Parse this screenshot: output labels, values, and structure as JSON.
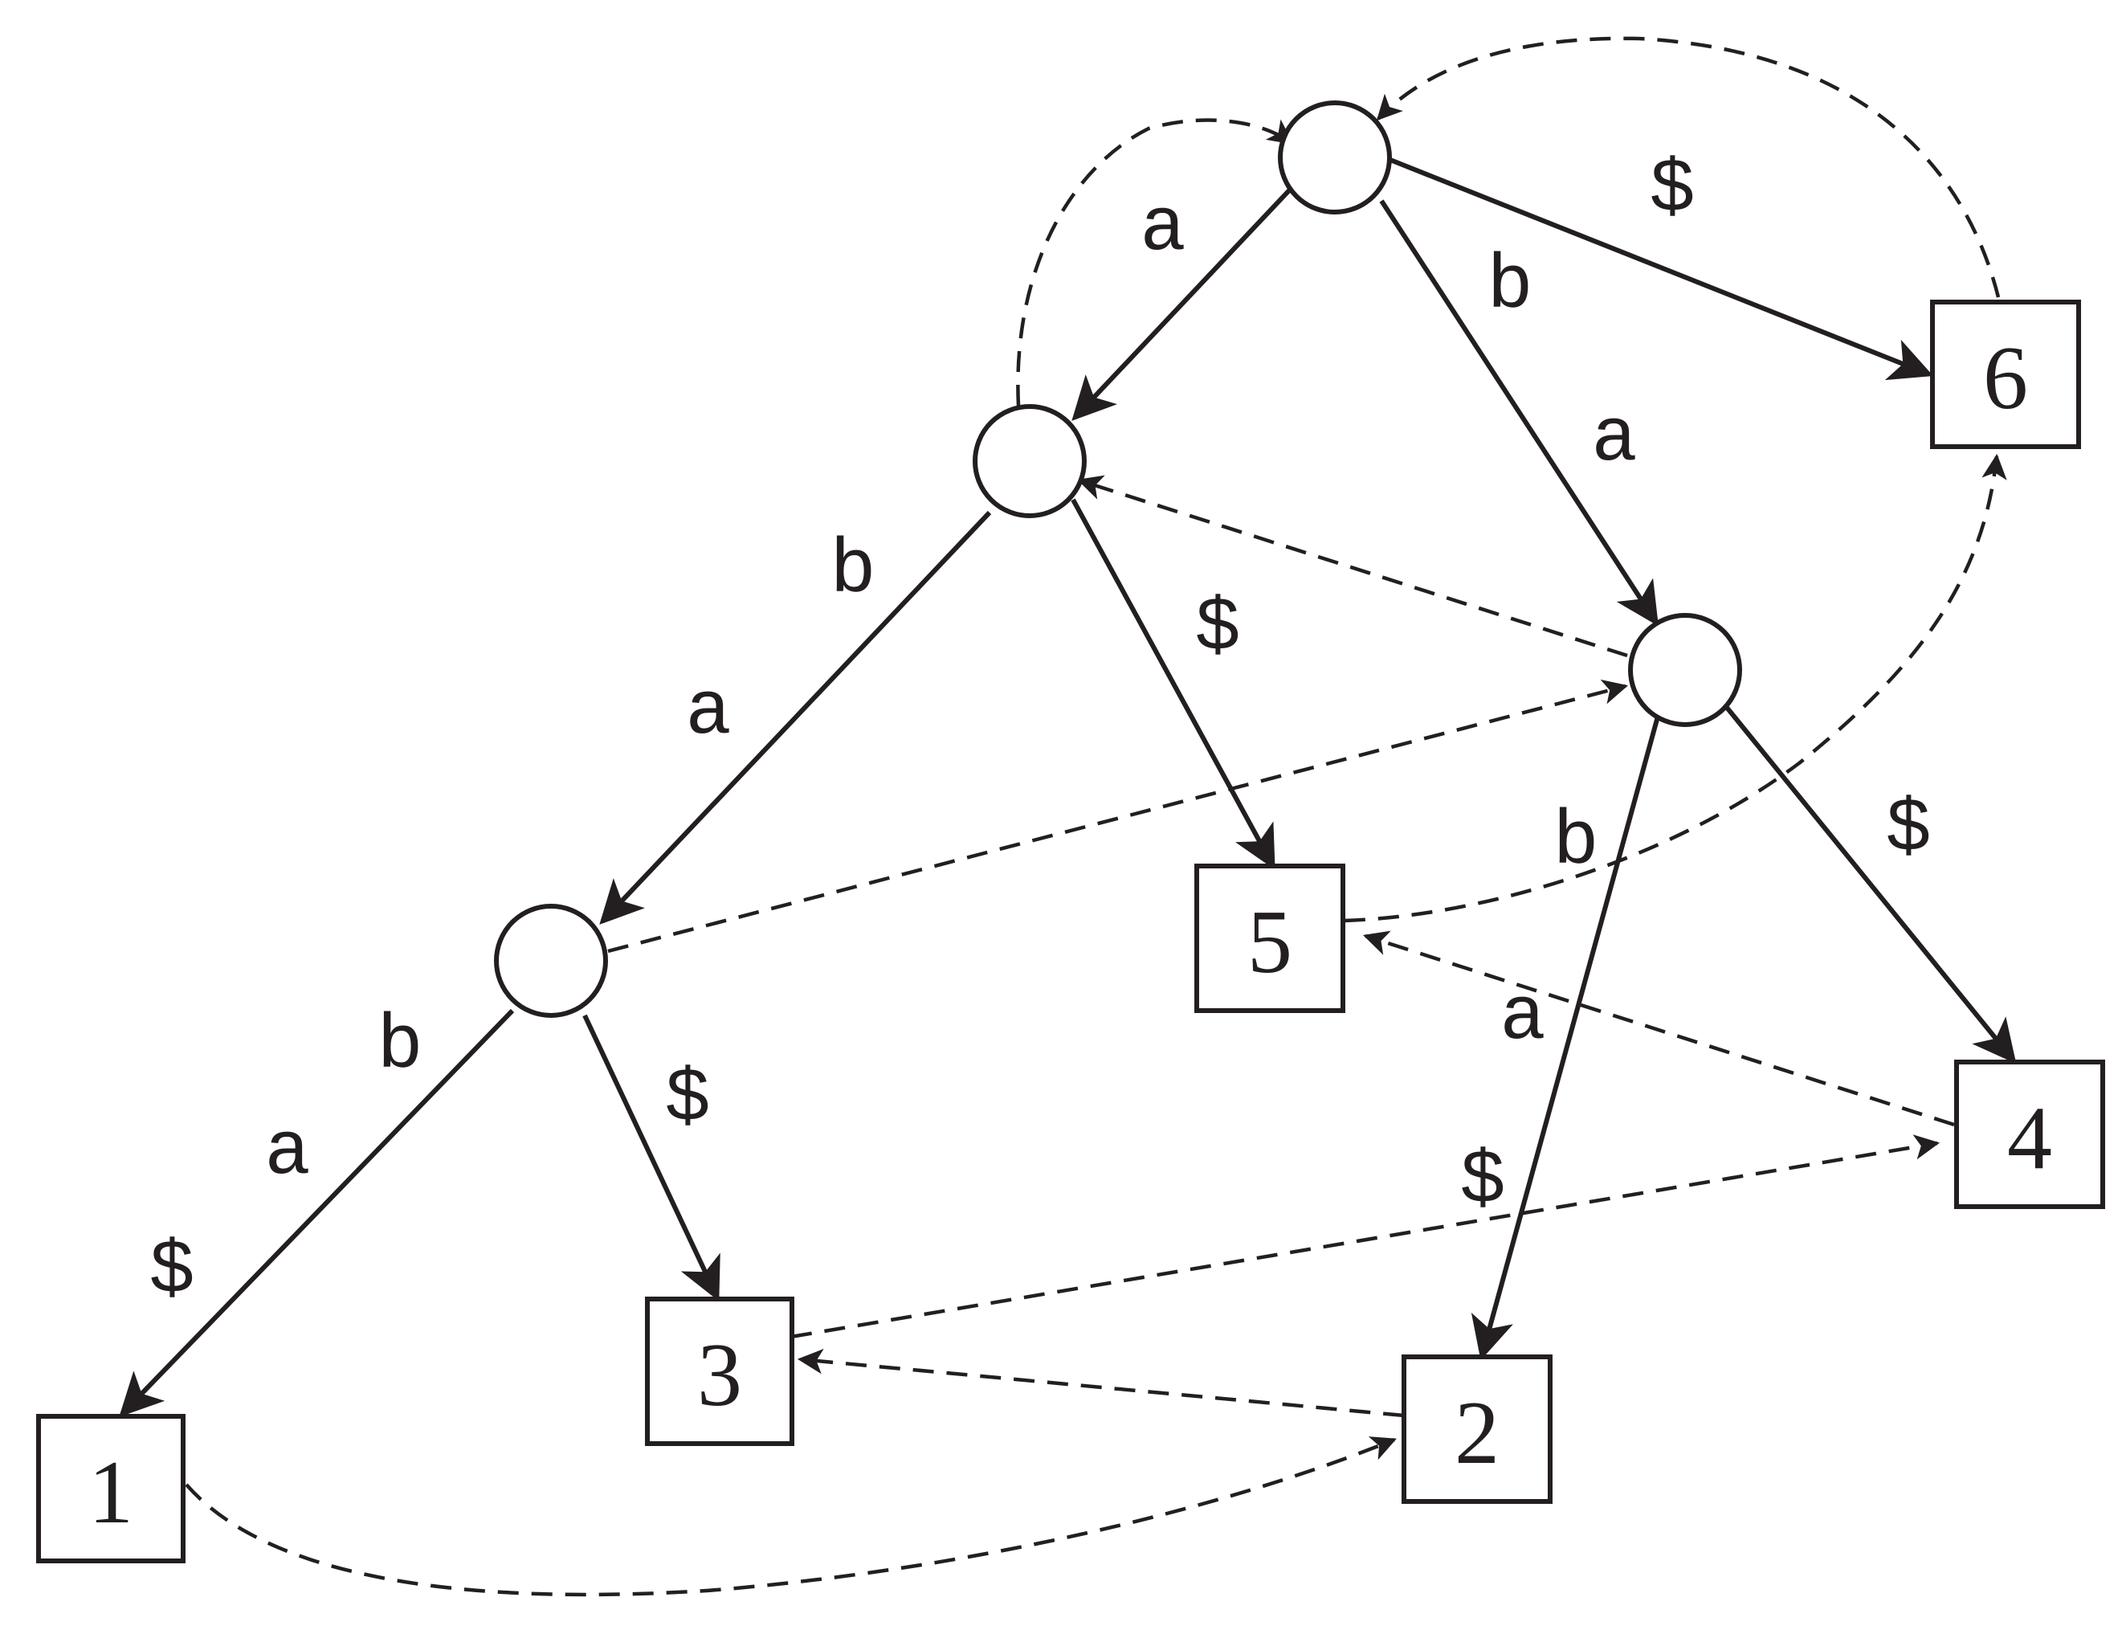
{
  "diagram": {
    "colors": {
      "stroke": "#231f20",
      "background": "#ffffff"
    },
    "leaves": {
      "leaf1": "1",
      "leaf2": "2",
      "leaf3": "3",
      "leaf4": "4",
      "leaf5": "5",
      "leaf6": "6"
    },
    "edge_labels": {
      "root_to_a": "a",
      "root_b": "b",
      "root_a": "a",
      "root_dollar": "$",
      "a_node_b": "b",
      "a_node_a": "a",
      "a_node_dollar": "$",
      "aba_b": "b",
      "aba_a": "a",
      "aba_dollar_to_1": "$",
      "aba_dollar_to_3": "$",
      "ba_b": "b",
      "ba_a": "a",
      "ba_dollar_to_2": "$",
      "ba_dollar_to_4": "$"
    },
    "suffix_links": [
      {
        "from": "a-node",
        "to": "root"
      },
      {
        "from": "aba-node",
        "to": "ba-node"
      },
      {
        "from": "ba-node",
        "to": "a-node"
      },
      {
        "from": "leaf-1",
        "to": "leaf-2"
      },
      {
        "from": "leaf-2",
        "to": "leaf-3"
      },
      {
        "from": "leaf-3",
        "to": "leaf-4"
      },
      {
        "from": "leaf-4",
        "to": "leaf-5"
      },
      {
        "from": "leaf-5",
        "to": "leaf-6"
      },
      {
        "from": "leaf-6",
        "to": "root"
      }
    ]
  }
}
